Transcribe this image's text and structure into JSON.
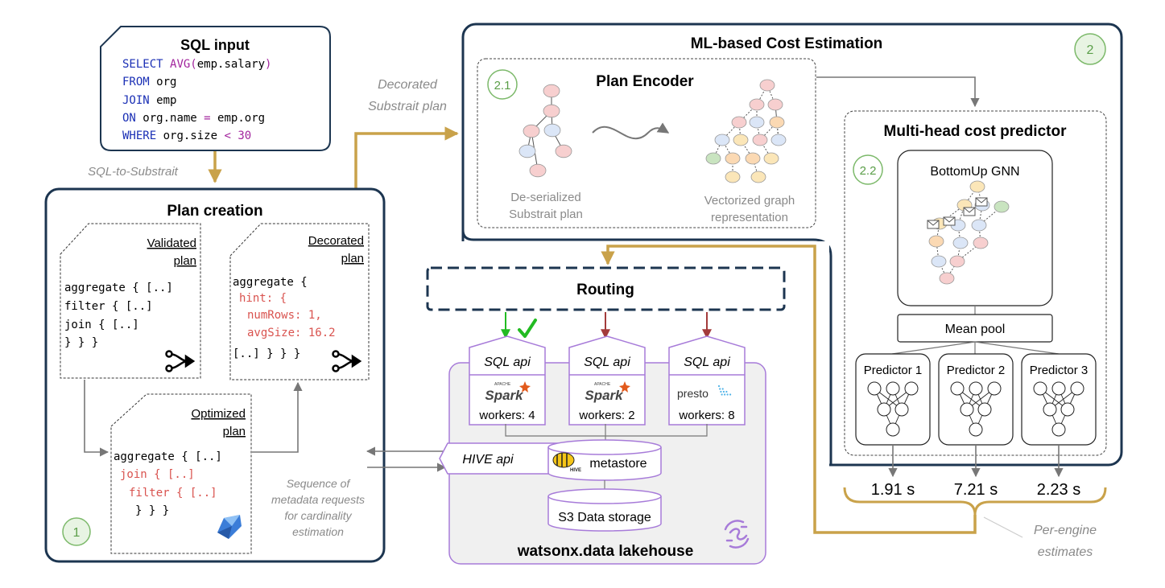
{
  "sql_input": {
    "title": "SQL input",
    "lines": [
      {
        "kw": "SELECT",
        "rest_fn": "AVG(",
        "rest": "emp.salary",
        "close_fn": ")"
      },
      {
        "kw": "FROM",
        "rest": "org"
      },
      {
        "kw": "JOIN",
        "rest": "emp"
      },
      {
        "kw": "ON",
        "rest": "org.name",
        "op": "=",
        "rest2": "emp.org"
      },
      {
        "kw": "WHERE",
        "rest": "org.size",
        "op": "<",
        "rest2": "30"
      }
    ]
  },
  "labels": {
    "sql_to_substrait": "SQL-to-Substrait",
    "decorated_plan_line1": "Decorated",
    "decorated_plan_line2": "Substrait plan",
    "sequence_line1": "Sequence of",
    "sequence_line2": "metadata requests",
    "sequence_line3": "for cardinality",
    "sequence_line4": "estimation",
    "per_engine_line1": "Per-engine",
    "per_engine_line2": "estimates"
  },
  "plan_creation": {
    "title": "Plan creation",
    "badge": "1",
    "validated": {
      "title1": "Validated",
      "title2": "plan",
      "lines": [
        "aggregate { [..]",
        " filter { [..]",
        "  join { [..]",
        "   } } }"
      ]
    },
    "decorated": {
      "title1": "Decorated",
      "title2": "plan",
      "line1": "aggregate {",
      "hint": "hint: {",
      "numrows": "numRows: 1,",
      "avgsize": "avgSize: 16.2",
      "end": "[..] } } }"
    },
    "optimized": {
      "title1": "Optimized",
      "title2": "plan",
      "line1": "aggregate { [..]",
      "line2": "join { [..]",
      "line3": "filter { [..]",
      "line4": "} } }"
    }
  },
  "ml": {
    "title": "ML-based Cost Estimation",
    "badge": "2",
    "encoder": {
      "title": "Plan Encoder",
      "badge": "2.1",
      "left_caption1": "De-serialized",
      "left_caption2": "Substrait plan",
      "right_caption1": "Vectorized graph",
      "right_caption2": "representation"
    },
    "predictor": {
      "title": "Multi-head cost predictor",
      "badge": "2.2",
      "gnn": "BottomUp GNN",
      "mean_pool": "Mean pool",
      "heads": [
        "Predictor 1",
        "Predictor 2",
        "Predictor 3"
      ]
    },
    "estimates": [
      "1.91 s",
      "7.21 s",
      "2.23 s"
    ]
  },
  "routing": {
    "title": "Routing"
  },
  "lakehouse": {
    "title": "watsonx.data lakehouse",
    "engines": [
      {
        "api": "SQL api",
        "logo": "Spark",
        "logo_small": "APACHE",
        "workers": "workers: 4"
      },
      {
        "api": "SQL api",
        "logo": "Spark",
        "logo_small": "APACHE",
        "workers": "workers: 2"
      },
      {
        "api": "SQL api",
        "logo": "presto",
        "workers": "workers: 8"
      }
    ],
    "hive_api": "HIVE api",
    "metastore": "metastore",
    "hive_logo": "HIVE",
    "storage": "S3 Data storage"
  },
  "colors": {
    "navy": "#1c3550",
    "gold": "#c9a24a",
    "green_badge": "#7cb96a",
    "purple": "#a77bd9",
    "lake_bg": "#f0f0f0",
    "node_red": "#f7cfcf",
    "node_blue": "#dbe6f7",
    "node_yellow": "#fbe6b8",
    "node_orange": "#fbd9b3",
    "node_green": "#c9e4c0",
    "check_green": "#22bb22",
    "arrow_red": "#a33b3b"
  }
}
